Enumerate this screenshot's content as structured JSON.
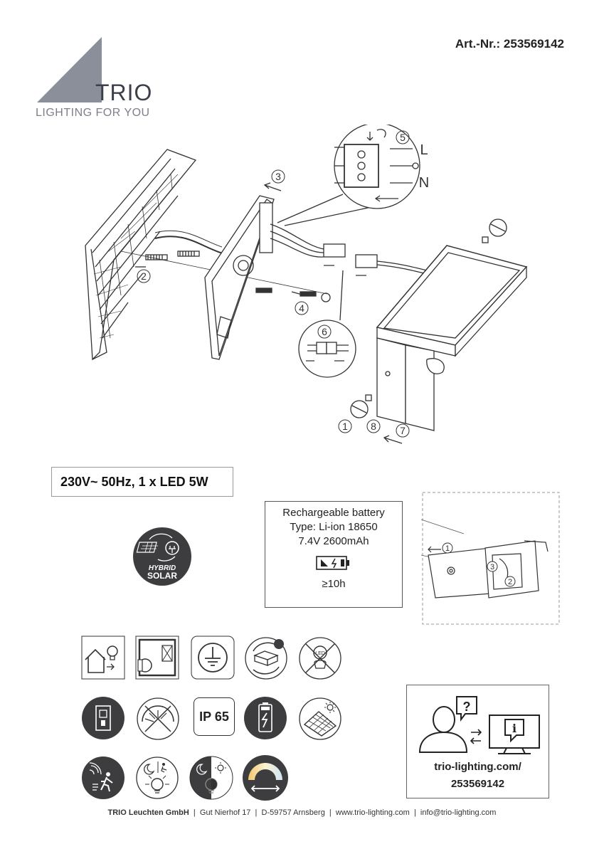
{
  "brand": {
    "name": "TRIO",
    "tagline": "LIGHTING FOR YOU"
  },
  "article": {
    "label": "Art.-Nr.: 253569142"
  },
  "assembly": {
    "steps": [
      "1",
      "2",
      "3",
      "4",
      "5",
      "6",
      "7",
      "8"
    ],
    "terminals": [
      "L",
      "N"
    ]
  },
  "spec": {
    "line": "230V~ 50Hz, 1 x LED 5W"
  },
  "battery": {
    "title": "Rechargeable battery",
    "type": "Type: Li-ion 18650",
    "capacity": "7.4V 2600mAh",
    "runtime": "≥10h",
    "steps": [
      "1",
      "2",
      "3"
    ]
  },
  "badge": {
    "line1": "HYBRID",
    "line2": "SOLAR"
  },
  "icons": {
    "ip_rating": "IP 65",
    "led_label": "LED"
  },
  "support": {
    "url": "trio-lighting.com/",
    "code": "253569142"
  },
  "footer": {
    "company": "TRIO Leuchten GmbH",
    "address": "Gut Nierhof 17",
    "city": "D-59757 Arnsberg",
    "web": "www.trio-lighting.com",
    "email": "info@trio-lighting.com"
  },
  "colors": {
    "logo_gray": "#8b8f99",
    "dark_icon": "#3d3d3f",
    "line": "#333333"
  }
}
